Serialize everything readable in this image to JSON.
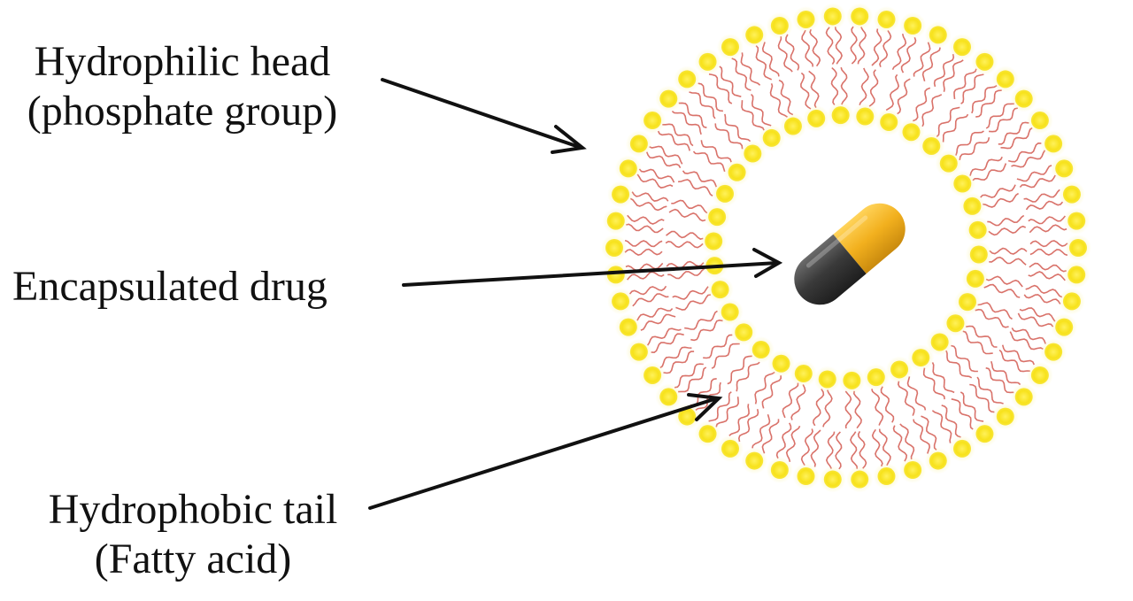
{
  "labels": {
    "head_line1": "Hydrophilic head",
    "head_line2": "(phosphate group)",
    "drug": "Encapsulated drug",
    "tail_line1": "Hydrophobic tail",
    "tail_line2": "(Fatty acid)"
  },
  "colors": {
    "head": "#f7e21b",
    "head_glow": "#fbf3a0",
    "tail": "#d9726a",
    "capsule_dark": "#3a3a3a",
    "capsule_light": "#f2b01e",
    "arrow": "#111111"
  },
  "icons": {
    "capsule": "capsule-icon",
    "phospholipid": "phospholipid-icon"
  }
}
